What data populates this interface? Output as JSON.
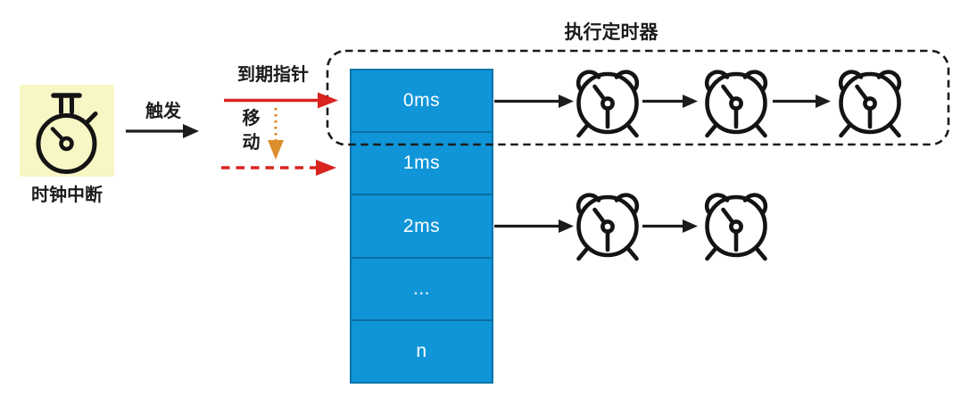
{
  "clock_interrupt": {
    "label": "时钟中断",
    "icon": "stopwatch-icon",
    "bg_color": "#f7f6c5"
  },
  "trigger": {
    "label": "触发"
  },
  "expiry_pointer": {
    "label": "到期指针",
    "color": "#d8231f"
  },
  "move": {
    "label": "移动",
    "arrow_color": "#dd8e2c"
  },
  "wheel": {
    "cells": [
      "0ms",
      "1ms",
      "2ms",
      "...",
      "n"
    ],
    "fill_color": "#0f95d8",
    "border_color": "#0d74a8",
    "text_color": "#ffffff"
  },
  "execute_box": {
    "title": "执行定时器",
    "rows": [
      {
        "slot": "0ms",
        "clock_count": 3
      },
      {
        "slot": "2ms",
        "clock_count": 2
      }
    ]
  },
  "colors": {
    "ink": "#1c1c1c",
    "red": "#d8231f",
    "orange": "#dd8e2c"
  }
}
